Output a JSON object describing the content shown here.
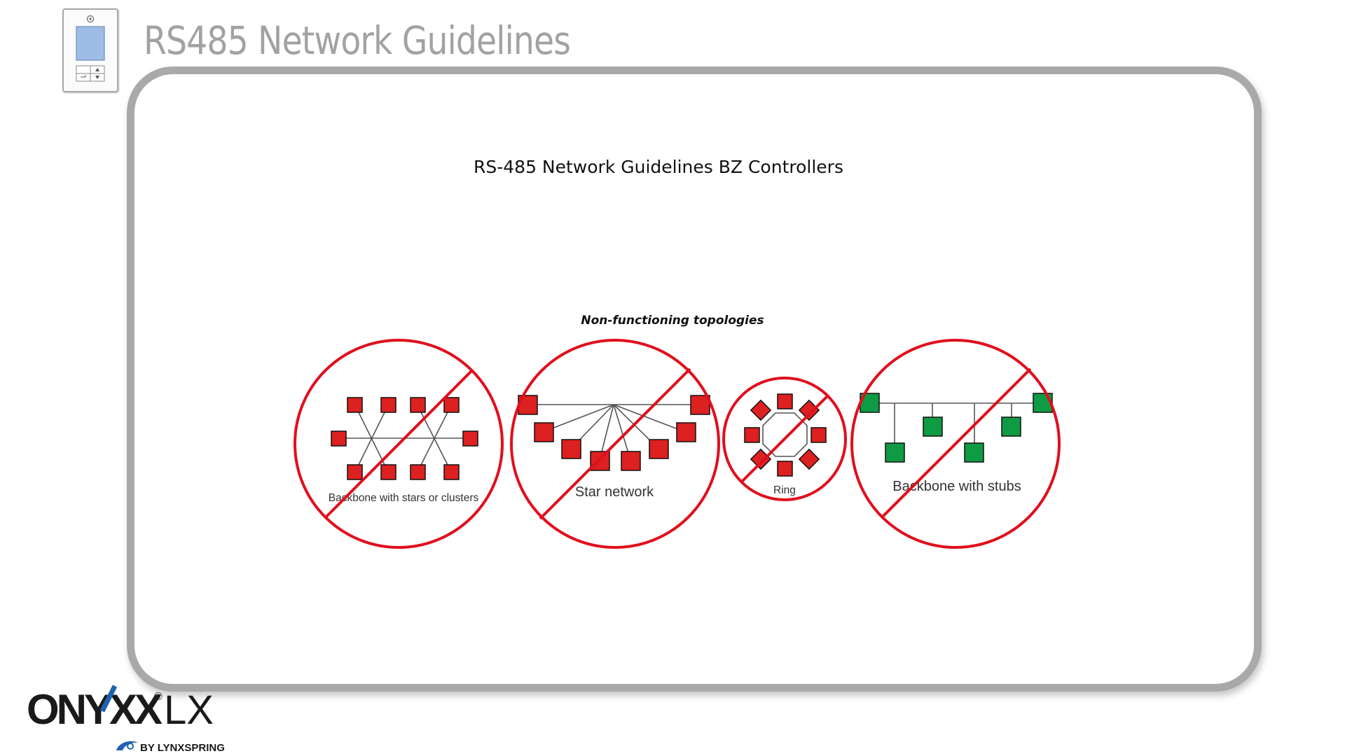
{
  "slide": {
    "title": "RS485 Network Guidelines",
    "heading": "RS-485 Network Guidelines BZ Controllers",
    "subheading": "Non-functioning topologies"
  },
  "topologies": [
    {
      "label": "Backbone with stars or clusters",
      "node_color": "#dd2020"
    },
    {
      "label": "Star network",
      "node_color": "#dd2020"
    },
    {
      "label": "Ring",
      "node_color": "#dd2020"
    },
    {
      "label": "Backbone with stubs",
      "node_color": "#0f9a44"
    }
  ],
  "colors": {
    "prohibit_red": "#e00f1d",
    "frame_gray": "#a9a9a9",
    "title_gray": "#a2a2a2",
    "node_red": "#dd2020",
    "node_green": "#0f9a44"
  },
  "logo": {
    "brand": "ONYXX",
    "suffix": "LX",
    "registered": "®",
    "byline": "BY LYNXSPRING"
  }
}
